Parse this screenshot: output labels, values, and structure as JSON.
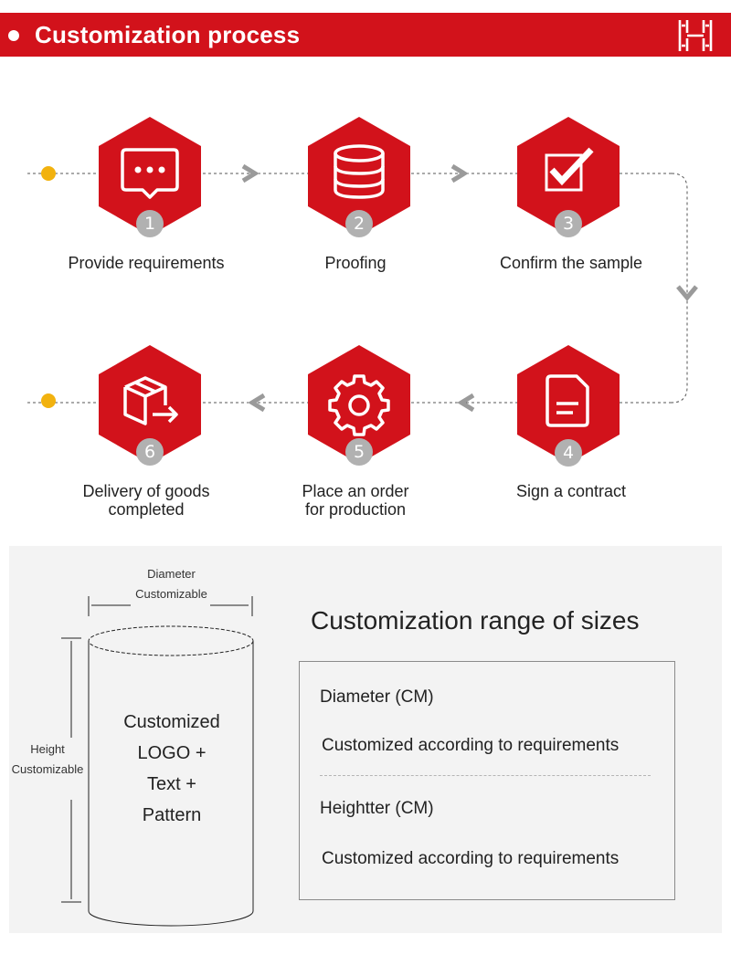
{
  "header": {
    "title": "Customization process",
    "logo_icon": "h-logo-icon"
  },
  "colors": {
    "brand_red": "#d2121b",
    "badge_gray": "#b1b1b1",
    "dot_yellow": "#f2b20f"
  },
  "steps": [
    {
      "number": "1",
      "label": "Provide requirements",
      "icon": "chat-bubble-icon"
    },
    {
      "number": "2",
      "label": "Proofing",
      "icon": "database-icon"
    },
    {
      "number": "3",
      "label": "Confirm the sample",
      "icon": "checkbox-icon"
    },
    {
      "number": "4",
      "label": "Sign a contract",
      "icon": "document-icon"
    },
    {
      "number": "5",
      "label": "Place an order",
      "label2": "for production",
      "icon": "gear-icon"
    },
    {
      "number": "6",
      "label": "Delivery of goods",
      "label2": "completed",
      "icon": "delivery-box-icon"
    }
  ],
  "sizes": {
    "title": "Customization range of sizes",
    "diameter_label": "Diameter",
    "diameter_value": "Customizable",
    "height_label": "Height",
    "height_value": "Customizable",
    "cylinder_lines": [
      "Customized",
      "LOGO +",
      "Text +",
      "Pattern"
    ],
    "rows": [
      {
        "label": "Diameter (CM)",
        "value": "Customized according to requirements"
      },
      {
        "label": "Heightter (CM)",
        "value": "Customized according to requirements"
      }
    ]
  }
}
